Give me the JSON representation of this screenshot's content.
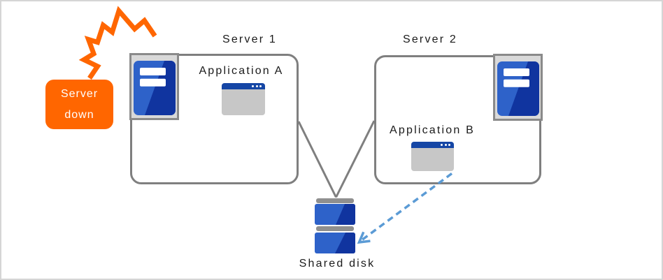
{
  "diagram": {
    "badge": {
      "line1": "Server",
      "line2": "down"
    },
    "server1": {
      "title": "Server 1",
      "app": "Application A"
    },
    "server2": {
      "title": "Server 2",
      "app": "Application B"
    },
    "storage": {
      "label": "Shared disk"
    }
  },
  "icons": {
    "server1_tower": "server-tower-icon",
    "server2_tower": "server-tower-icon",
    "app_a_window": "app-window-icon",
    "app_b_window": "app-window-icon",
    "shared_disk": "disk-stack-icon",
    "crash_flash": "crash-flash-icon",
    "app_to_disk_arrow": "dashed-arrow-icon",
    "server_connectors": "connector-lines"
  },
  "colors": {
    "orange": "#FF6600",
    "box_border": "#7F7F7F",
    "icon_panel_bg": "#D9D9D9",
    "icon_panel_border": "#8A8A8A",
    "blue_light": "#2E62C9",
    "blue_dark": "#10349F",
    "app_titlebar": "#1546A5",
    "app_body": "#C7C7C7",
    "disk_cap": "#8F8F8F",
    "arrow_blue": "#5B9BD5",
    "text": "#1A1A1A",
    "frame": "#D5D5D5",
    "background": "#FFFFFF"
  }
}
